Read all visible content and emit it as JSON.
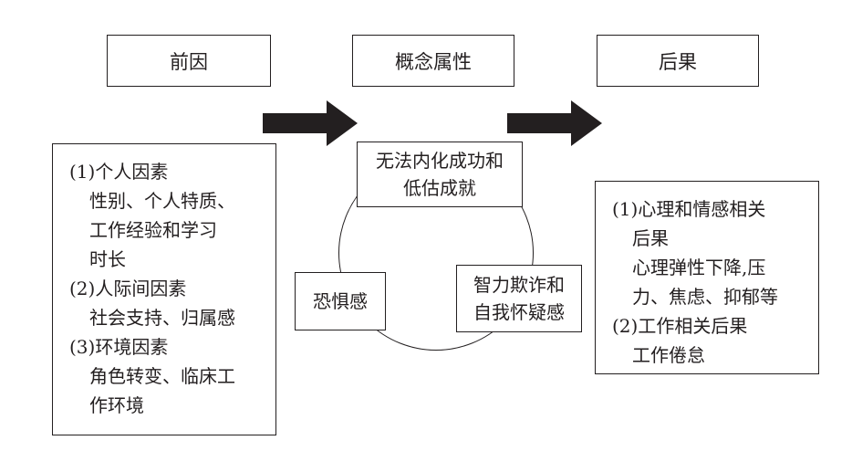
{
  "headers": {
    "antecedents": "前因",
    "attributes": "概念属性",
    "consequences": "后果"
  },
  "antecedents_list": {
    "item1_title": "(1)个人因素",
    "item1_line1": "性别、个人特质、",
    "item1_line2": "工作经验和学习",
    "item1_line3": "时长",
    "item2_title": "(2)人际间因素",
    "item2_line1": "社会支持、归属感",
    "item3_title": "(3)环境因素",
    "item3_line1": "角色转变、临床工",
    "item3_line2": "作环境"
  },
  "attribute_nodes": {
    "top_line1": "无法内化成功和",
    "top_line2": "低估成就",
    "left": "恐惧感",
    "right_line1": "智力欺诈和",
    "right_line2": "自我怀疑感"
  },
  "consequences_list": {
    "item1_title": "(1)心理和情感相关",
    "item1_line1": "后果",
    "item1_line2": "心理弹性下降,压",
    "item1_line3": "力、焦虑、抑郁等",
    "item2_title": "(2)工作相关后果",
    "item2_line1": "工作倦怠"
  },
  "colors": {
    "stroke": "#231f20",
    "arrow_fill": "#231f20",
    "background": "#ffffff"
  }
}
